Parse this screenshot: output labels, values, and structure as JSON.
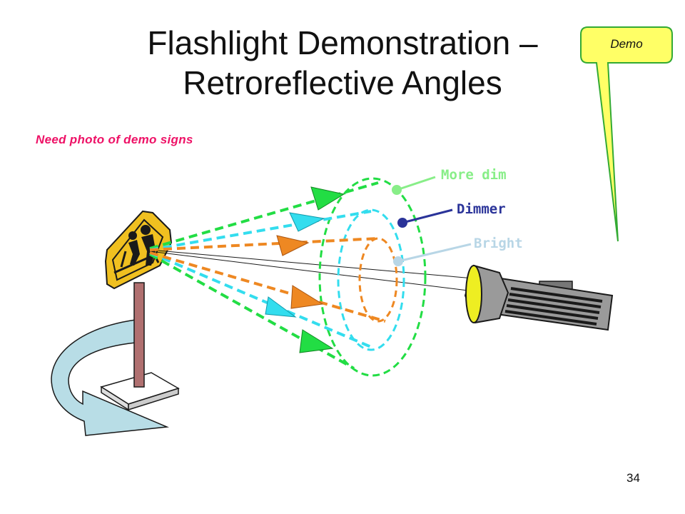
{
  "title": {
    "line1": "Flashlight Demonstration –",
    "line2": "Retroreflective Angles"
  },
  "callout": {
    "text": "Demo"
  },
  "note": "Need photo of demo signs",
  "labels": {
    "more_dim": "More dim",
    "dimmer": "Dimmer",
    "bright": "Bright"
  },
  "page_number": "34",
  "colors": {
    "more_dim": "#22dd44",
    "dimmer_ring": "#33ddee",
    "dimmer_label": "#2a3399",
    "bright_ring": "#ee8822",
    "bright_label": "#b8d6e6",
    "callout_fill": "#ffff66",
    "callout_border": "#33aa33",
    "sign_fill": "#f0c020",
    "arrow_fill": "#b8dde6",
    "note": "#ee1166"
  },
  "icons": {
    "sign": "school-crossing-sign-icon",
    "flashlight": "flashlight-icon",
    "rotate": "rotate-arrow-icon"
  }
}
